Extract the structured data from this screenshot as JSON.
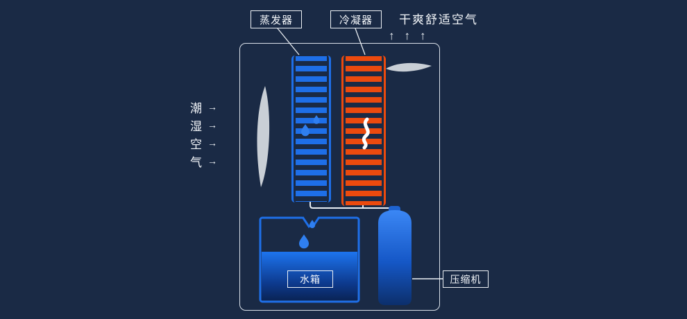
{
  "colors": {
    "background": "#1a2a45",
    "evaporator_blue": "#1e6fe8",
    "condenser_orange": "#ec4a0e",
    "water_blue_light": "#1d74ee",
    "water_blue_dark": "#0a2456",
    "line_white": "#eef2f6",
    "fan_gray": "#c9cfd6"
  },
  "top": {
    "evaporator_label": "蒸发器",
    "condenser_label": "冷凝器",
    "dry_air_label": "干爽舒适空气",
    "up_arrow": "↑"
  },
  "left": {
    "humid_air_chars": [
      "潮",
      "湿",
      "空",
      "气"
    ],
    "right_arrow": "→"
  },
  "tank": {
    "label": "水箱"
  },
  "compressor": {
    "label": "压缩机"
  }
}
